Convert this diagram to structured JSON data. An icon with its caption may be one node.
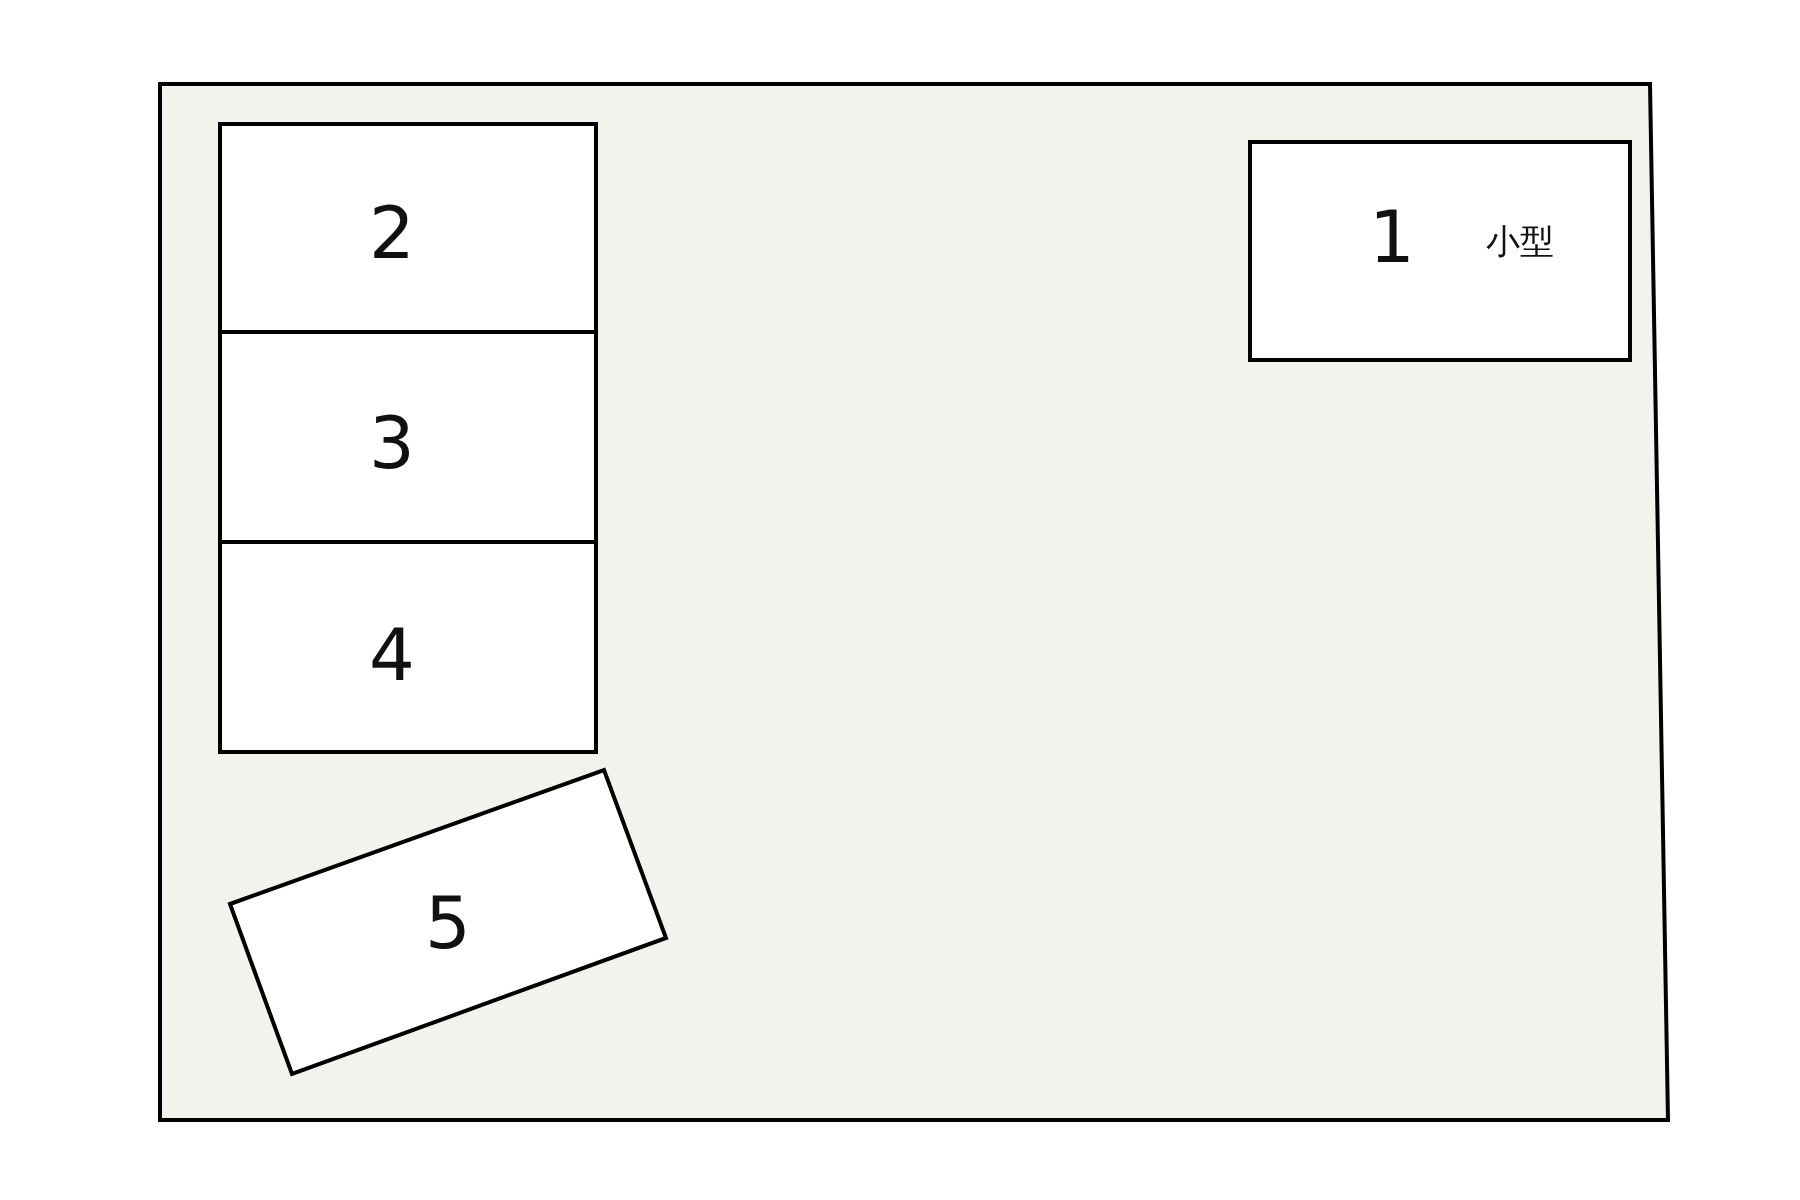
{
  "diagram": {
    "nodes": [
      {
        "text": [],
        "shape": "box"
      },
      {
        "text": [
          "1",
          "小型"
        ],
        "in": 0
      },
      {
        "text": [
          "2"
        ],
        "in": 0
      },
      {
        "text": [
          "3"
        ],
        "in": 0
      },
      {
        "text": [
          "4"
        ],
        "in": 0
      },
      {
        "text": [
          "5"
        ],
        "in": 0
      }
    ]
  }
}
